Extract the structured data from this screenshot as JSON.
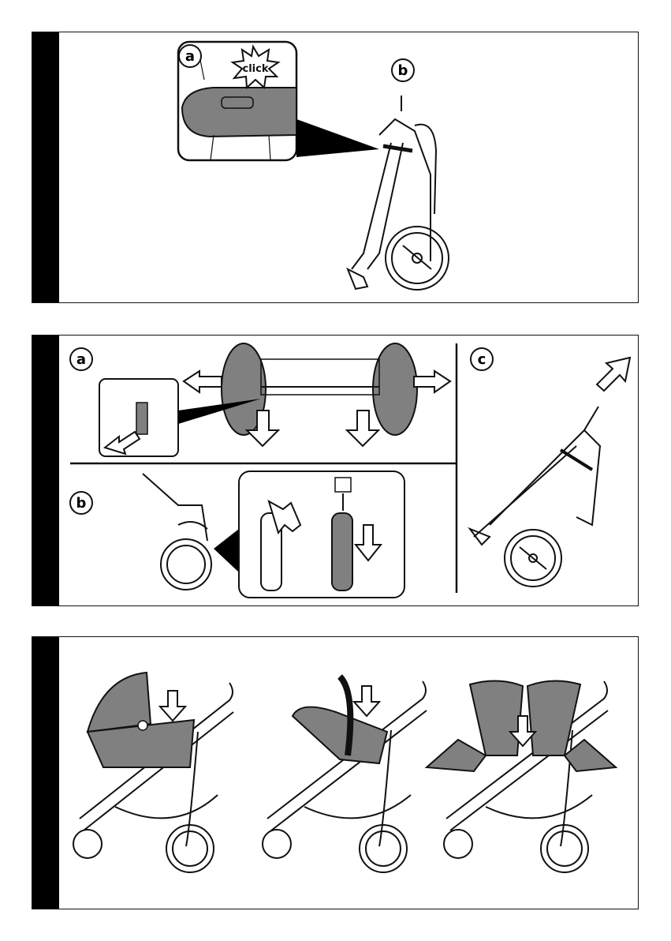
{
  "panels": [
    {
      "id": "step-1",
      "labels": {
        "a": "a",
        "b": "b"
      },
      "callout": "click"
    },
    {
      "id": "step-2",
      "labels": {
        "a": "a",
        "b": "b",
        "c": "c"
      }
    },
    {
      "id": "step-3",
      "variants": [
        "carrycot",
        "car-seat",
        "seat-unit"
      ]
    }
  ],
  "colors": {
    "ink": "#111111",
    "fill_grey": "#808080",
    "band": "#000000",
    "paper": "#ffffff"
  }
}
